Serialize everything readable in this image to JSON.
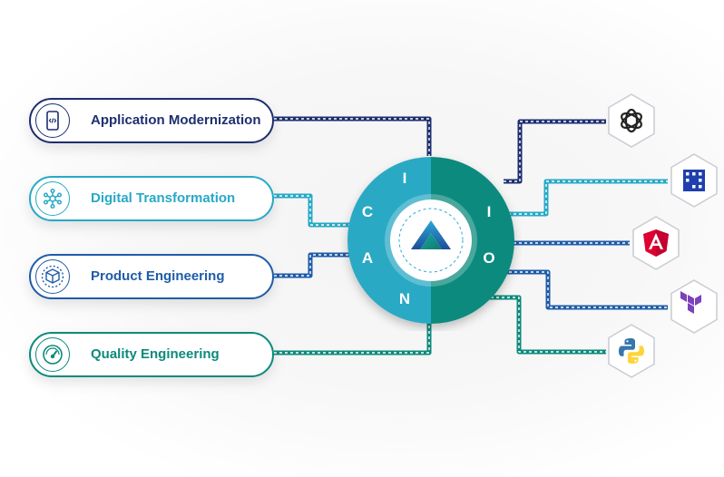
{
  "services": [
    {
      "label": "Application Modernization",
      "icon": "mobile-code-icon",
      "color": "#1d2f6f"
    },
    {
      "label": "Digital Transformation",
      "icon": "network-hub-icon",
      "color": "#27a9c6"
    },
    {
      "label": "Product Engineering",
      "icon": "product-box-icon",
      "color": "#1f5ca8"
    },
    {
      "label": "Quality Engineering",
      "icon": "speedometer-icon",
      "color": "#0c8a7b"
    }
  ],
  "center": {
    "letters": [
      "I",
      "C",
      "A",
      "N",
      "I",
      "O"
    ],
    "left_color": "#29a9c4",
    "right_color": "#0d8a7e",
    "logo": "a-logo-icon"
  },
  "technologies": [
    {
      "icon": "openai-icon",
      "wire_color": "#1d2f6f"
    },
    {
      "icon": "grid-blocks-icon",
      "wire_color": "#27a9c6"
    },
    {
      "icon": "angular-icon",
      "wire_color": "#1f5ca8"
    },
    {
      "icon": "terraform-icon",
      "wire_color": "#1f5ca8"
    },
    {
      "icon": "python-icon",
      "wire_color": "#0c8a7b"
    }
  ]
}
